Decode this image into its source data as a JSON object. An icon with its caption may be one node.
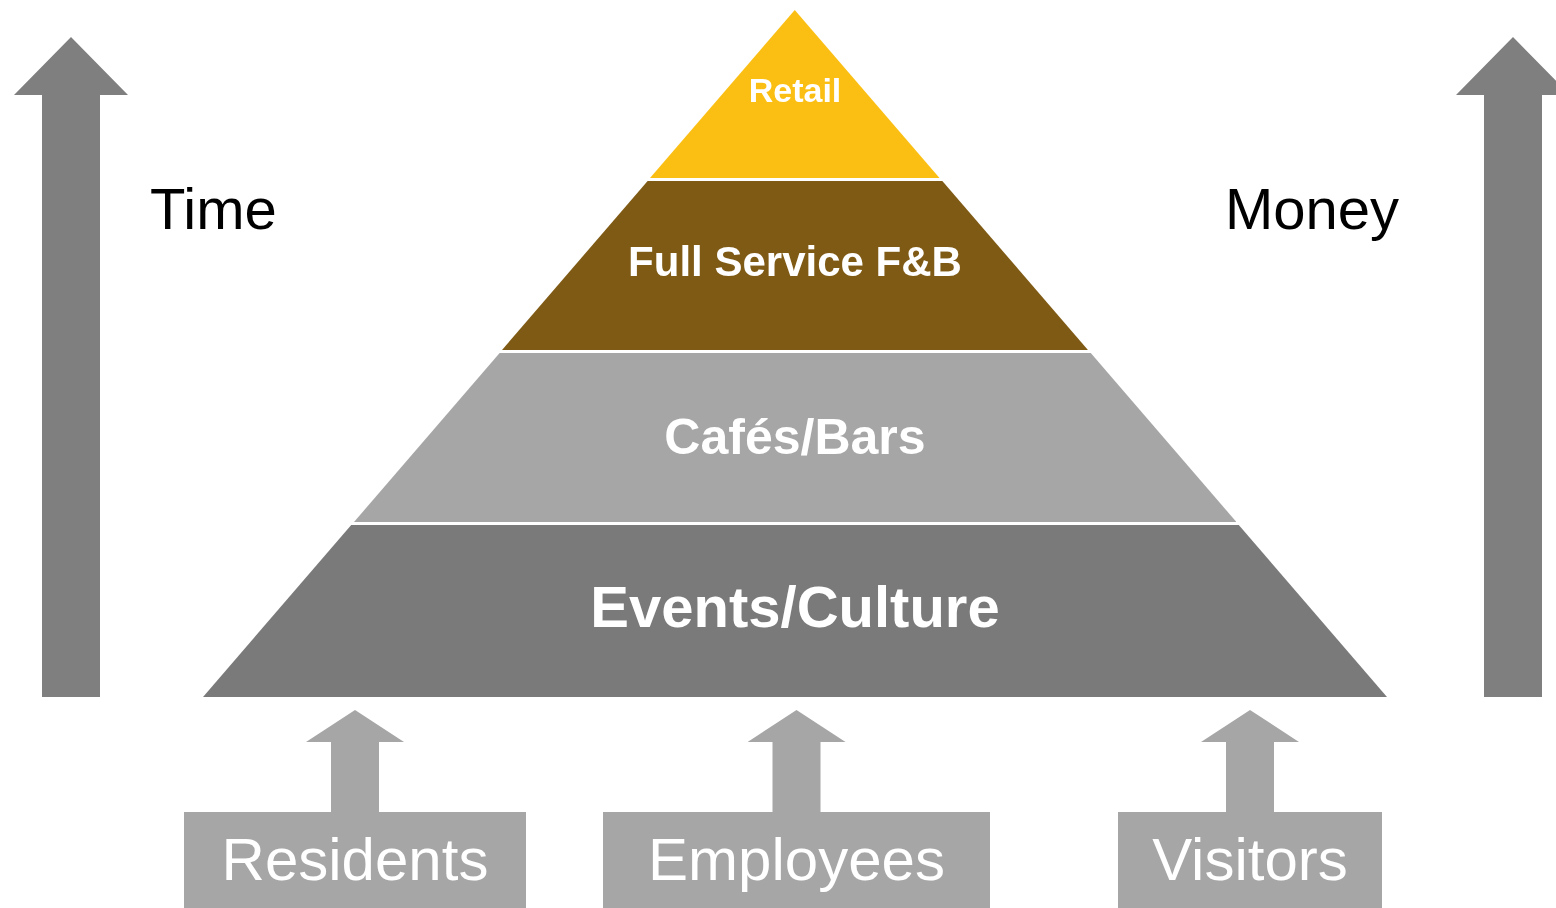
{
  "diagram": {
    "nodes": [
      {
        "text": [
          "Retail"
        ]
      },
      {
        "text": [
          "Full Service F&B"
        ]
      },
      {
        "text": [
          "Cafés/Bars"
        ]
      },
      {
        "text": [
          "Events/Culture"
        ]
      },
      {
        "text": [
          "Residents"
        ]
      },
      {
        "text": [
          "Employees"
        ]
      },
      {
        "text": [
          "Visitors"
        ]
      }
    ],
    "edges": [
      {
        "from": 4,
        "to": 3,
        "arrow": "to"
      },
      {
        "from": 5,
        "to": 3,
        "arrow": "to"
      },
      {
        "from": 6,
        "to": 3,
        "arrow": "to"
      }
    ],
    "labels": [
      "Time",
      "Money"
    ]
  }
}
